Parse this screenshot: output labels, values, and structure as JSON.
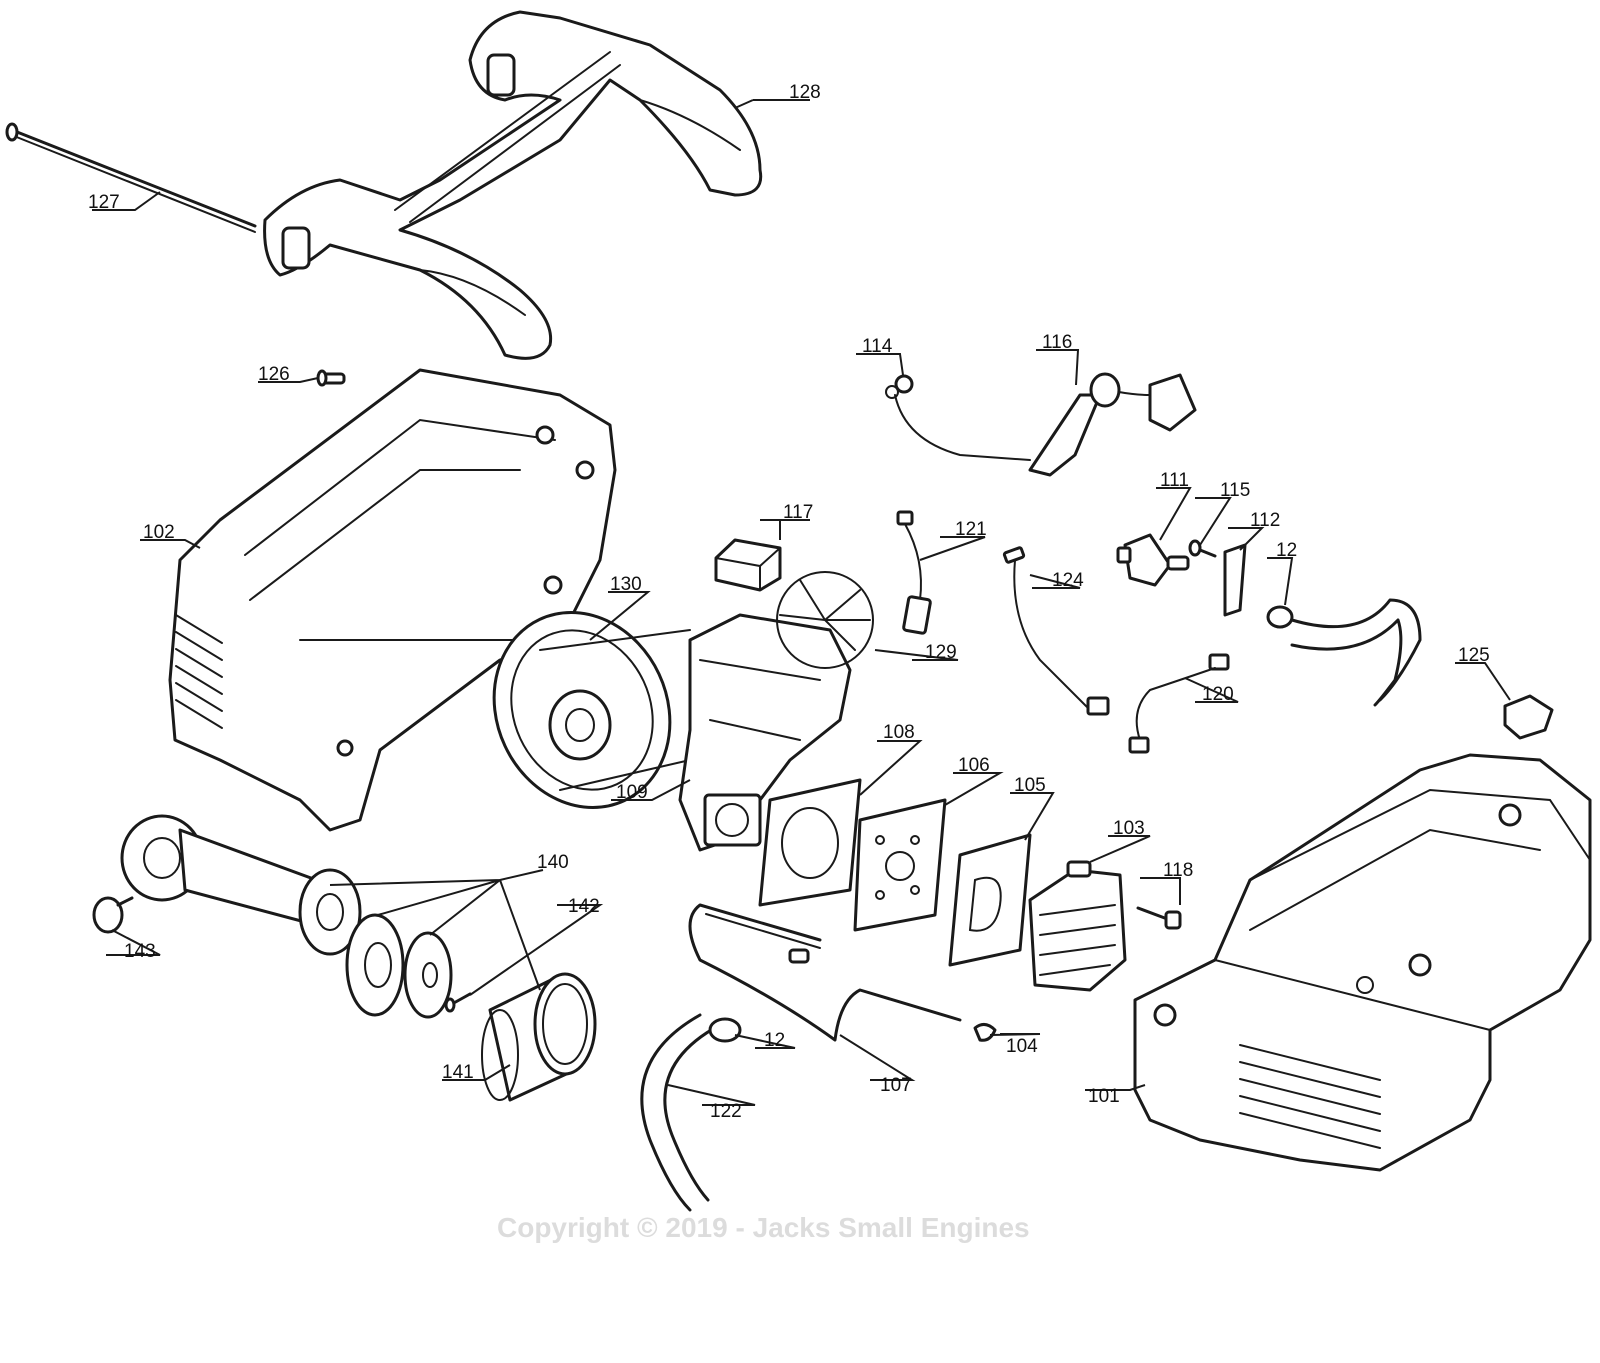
{
  "diagram": {
    "callouts": [
      {
        "id": "128",
        "text": "128"
      },
      {
        "id": "127",
        "text": "127"
      },
      {
        "id": "126",
        "text": "126"
      },
      {
        "id": "114",
        "text": "114"
      },
      {
        "id": "116",
        "text": "116"
      },
      {
        "id": "102",
        "text": "102"
      },
      {
        "id": "117",
        "text": "117"
      },
      {
        "id": "121",
        "text": "121"
      },
      {
        "id": "111",
        "text": "111"
      },
      {
        "id": "115",
        "text": "115"
      },
      {
        "id": "112",
        "text": "112"
      },
      {
        "id": "12a",
        "text": "12"
      },
      {
        "id": "130",
        "text": "130"
      },
      {
        "id": "124",
        "text": "124"
      },
      {
        "id": "129",
        "text": "129"
      },
      {
        "id": "125",
        "text": "125"
      },
      {
        "id": "120",
        "text": "120"
      },
      {
        "id": "108",
        "text": "108"
      },
      {
        "id": "106",
        "text": "106"
      },
      {
        "id": "105",
        "text": "105"
      },
      {
        "id": "109",
        "text": "109"
      },
      {
        "id": "103",
        "text": "103"
      },
      {
        "id": "140",
        "text": "140"
      },
      {
        "id": "118",
        "text": "118"
      },
      {
        "id": "142",
        "text": "142"
      },
      {
        "id": "143",
        "text": "143"
      },
      {
        "id": "104",
        "text": "104"
      },
      {
        "id": "12b",
        "text": "12"
      },
      {
        "id": "141",
        "text": "141"
      },
      {
        "id": "107",
        "text": "107"
      },
      {
        "id": "101",
        "text": "101"
      },
      {
        "id": "122",
        "text": "122"
      }
    ],
    "copyright": "Copyright © 2019 - Jacks Small Engines"
  },
  "colors": {
    "line": "#1a1a1a",
    "background": "#ffffff",
    "watermark": "#dcdcdc"
  }
}
